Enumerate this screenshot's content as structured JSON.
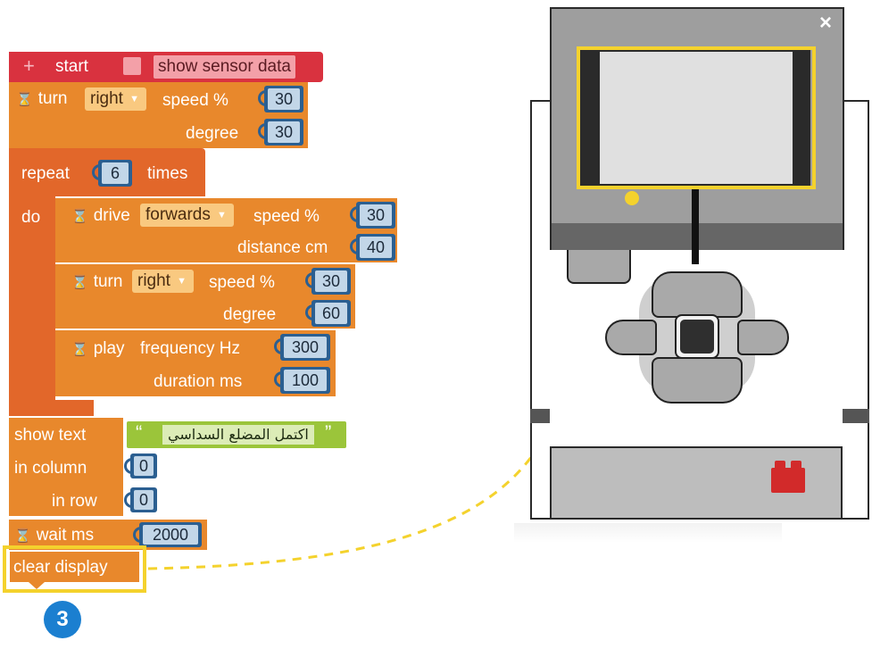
{
  "program": {
    "start": {
      "plus_icon": "+",
      "label": "start",
      "checkbox_label": "show sensor data"
    },
    "turn1": {
      "label": "turn",
      "direction": "right",
      "speed_label": "speed %",
      "speed": "30",
      "degree_label": "degree",
      "degree": "30"
    },
    "repeat": {
      "label": "repeat",
      "count": "6",
      "times_label": "times",
      "do_label": "do"
    },
    "drive": {
      "label": "drive",
      "direction": "forwards",
      "speed_label": "speed %",
      "speed": "30",
      "distance_label": "distance cm",
      "distance": "40"
    },
    "turn2": {
      "label": "turn",
      "direction": "right",
      "speed_label": "speed %",
      "speed": "30",
      "degree_label": "degree",
      "degree": "60"
    },
    "play": {
      "label": "play",
      "frequency_label": "frequency Hz",
      "frequency": "300",
      "duration_label": "duration ms",
      "duration": "100"
    },
    "show_text": {
      "label": "show text",
      "open_quote": "“",
      "text": "اكتمل المضلع السداسي",
      "close_quote": "”",
      "column_label": "in column",
      "column": "0",
      "row_label": "in row",
      "row": "0"
    },
    "wait": {
      "label": "wait ms",
      "value": "2000"
    },
    "clear_display": {
      "label": "clear display"
    }
  },
  "step_badge": "3",
  "brick": {
    "close_icon": "×"
  },
  "colors": {
    "highlight": "#f4d22d",
    "block_orange": "#e8882c",
    "block_red": "#d9323f",
    "number_blue": "#2b5f91"
  }
}
